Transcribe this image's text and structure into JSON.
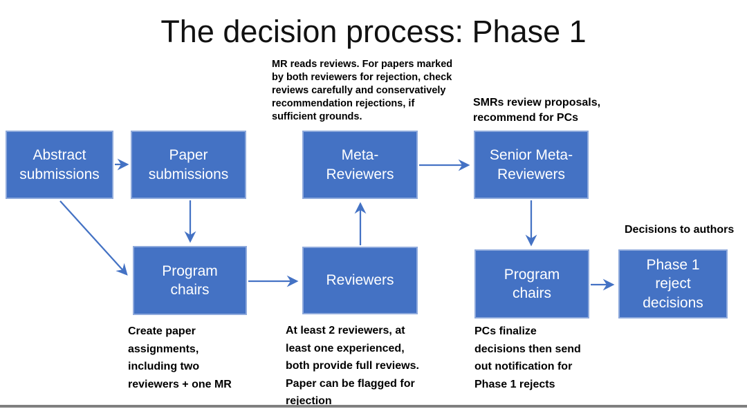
{
  "slide": {
    "title": "The decision process: Phase 1"
  },
  "colors": {
    "box_fill": "#4472C4",
    "box_border": "#8FAADC",
    "arrow": "#4472C4",
    "box_text": "#FFFFFF",
    "annotation_text": "#000000",
    "footer_bar": "#808080"
  },
  "nodes": [
    {
      "id": "abstract-submissions",
      "label": "Abstract\nsubmissions"
    },
    {
      "id": "paper-submissions",
      "label": "Paper\nsubmissions"
    },
    {
      "id": "meta-reviewers",
      "label": "Meta-\nReviewers"
    },
    {
      "id": "senior-meta-reviewers",
      "label": "Senior Meta-\nReviewers"
    },
    {
      "id": "program-chairs-left",
      "label": "Program\nchairs"
    },
    {
      "id": "reviewers",
      "label": "Reviewers"
    },
    {
      "id": "program-chairs-right",
      "label": "Program\nchairs"
    },
    {
      "id": "phase-1-reject-decisions",
      "label": "Phase 1\nreject\ndecisions"
    }
  ],
  "edges": [
    {
      "from": "abstract-submissions",
      "to": "paper-submissions"
    },
    {
      "from": "abstract-submissions",
      "to": "program-chairs-left"
    },
    {
      "from": "paper-submissions",
      "to": "program-chairs-left"
    },
    {
      "from": "program-chairs-left",
      "to": "reviewers"
    },
    {
      "from": "reviewers",
      "to": "meta-reviewers"
    },
    {
      "from": "meta-reviewers",
      "to": "senior-meta-reviewers"
    },
    {
      "from": "senior-meta-reviewers",
      "to": "program-chairs-right"
    },
    {
      "from": "program-chairs-right",
      "to": "phase-1-reject-decisions"
    }
  ],
  "annotations": {
    "mr_note": "MR reads reviews. For papers marked\nby both reviewers for rejection, check\nreviews carefully and conservatively\nrecommendation rejections, if\nsufficient grounds.",
    "smr_note": "SMRs review proposals,\nrecommend for PCs",
    "decisions_note": "Decisions to authors",
    "assignments_note": "Create paper\nassignments,\nincluding two\nreviewers + one MR",
    "reviewers_note": "At least 2 reviewers, at\nleast one experienced,\nboth provide full reviews.\nPaper can be flagged for\nrejection",
    "pc_note": "PCs finalize\ndecisions then send\nout notification for\nPhase 1 rejects"
  }
}
